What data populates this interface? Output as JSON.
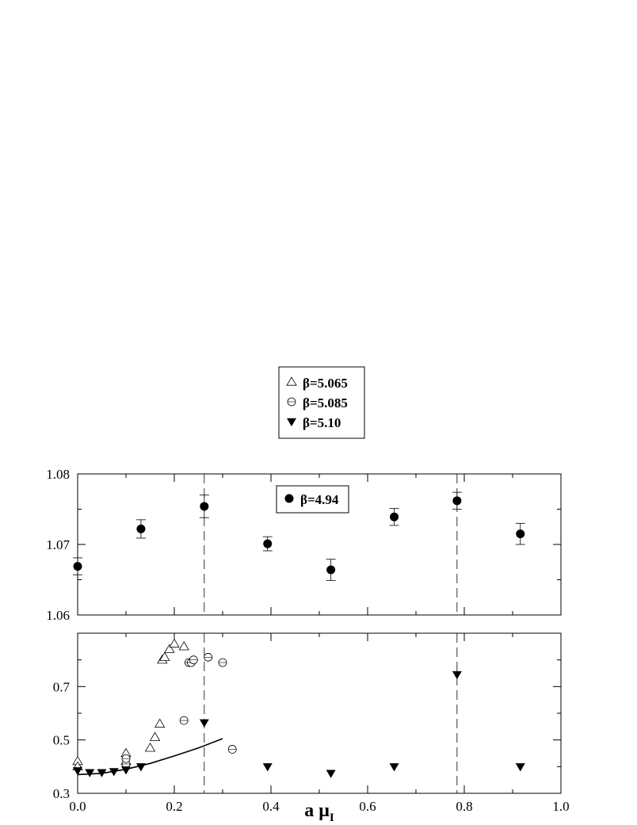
{
  "chart_data": [
    {
      "type": "scatter",
      "panel": "top",
      "xlim": [
        0.0,
        1.0
      ],
      "ylim": [
        1.06,
        1.08
      ],
      "y_ticks": [
        "1.06",
        "1.07",
        "1.08"
      ],
      "legend_placement": "top-center",
      "series": [
        {
          "name": "β=4.94",
          "marker": "filled-circle",
          "points": [
            {
              "x": 0.0,
              "y": 1.0669,
              "err": 0.0012
            },
            {
              "x": 0.131,
              "y": 1.0722,
              "err": 0.0013
            },
            {
              "x": 0.262,
              "y": 1.0754,
              "err": 0.0016
            },
            {
              "x": 0.393,
              "y": 1.0701,
              "err": 0.001
            },
            {
              "x": 0.524,
              "y": 1.0664,
              "err": 0.0015
            },
            {
              "x": 0.655,
              "y": 1.0739,
              "err": 0.0012
            },
            {
              "x": 0.785,
              "y": 1.0762,
              "err": 0.0012
            },
            {
              "x": 0.916,
              "y": 1.0715,
              "err": 0.0015
            }
          ]
        }
      ],
      "vlines": [
        0.262,
        0.785
      ]
    },
    {
      "type": "scatter",
      "panel": "bottom",
      "xlim": [
        0.0,
        1.0
      ],
      "ylim": [
        0.3,
        0.9
      ],
      "x_ticks": [
        "0.0",
        "0.2",
        "0.4",
        "0.6",
        "0.8",
        "1.0"
      ],
      "y_ticks": [
        "0.3",
        "0.5",
        "0.7"
      ],
      "xlabel_main": "a μ",
      "xlabel_sub": "I",
      "legend_placement": "top-center",
      "series": [
        {
          "name": "β=5.065",
          "marker": "open-triangle",
          "points": [
            {
              "x": 0.0,
              "y": 0.42
            },
            {
              "x": 0.0,
              "y": 0.4
            },
            {
              "x": 0.1,
              "y": 0.45
            },
            {
              "x": 0.1,
              "y": 0.42
            },
            {
              "x": 0.15,
              "y": 0.47
            },
            {
              "x": 0.16,
              "y": 0.51
            },
            {
              "x": 0.17,
              "y": 0.56
            },
            {
              "x": 0.175,
              "y": 0.8
            },
            {
              "x": 0.18,
              "y": 0.81
            },
            {
              "x": 0.19,
              "y": 0.84
            },
            {
              "x": 0.2,
              "y": 0.86
            },
            {
              "x": 0.22,
              "y": 0.85
            }
          ]
        },
        {
          "name": "β=5.085",
          "marker": "open-circle",
          "points": [
            {
              "x": 0.1,
              "y": 0.41
            },
            {
              "x": 0.1,
              "y": 0.43
            },
            {
              "x": 0.22,
              "y": 0.573
            },
            {
              "x": 0.23,
              "y": 0.79
            },
            {
              "x": 0.235,
              "y": 0.79
            },
            {
              "x": 0.24,
              "y": 0.8
            },
            {
              "x": 0.27,
              "y": 0.81
            },
            {
              "x": 0.3,
              "y": 0.79
            },
            {
              "x": 0.32,
              "y": 0.465
            }
          ]
        },
        {
          "name": "β=5.10",
          "marker": "filled-down-triangle",
          "points": [
            {
              "x": 0.0,
              "y": 0.385
            },
            {
              "x": 0.025,
              "y": 0.378
            },
            {
              "x": 0.05,
              "y": 0.378
            },
            {
              "x": 0.075,
              "y": 0.382
            },
            {
              "x": 0.1,
              "y": 0.388
            },
            {
              "x": 0.131,
              "y": 0.4
            },
            {
              "x": 0.262,
              "y": 0.565
            },
            {
              "x": 0.393,
              "y": 0.4
            },
            {
              "x": 0.524,
              "y": 0.375
            },
            {
              "x": 0.655,
              "y": 0.4
            },
            {
              "x": 0.785,
              "y": 0.745
            },
            {
              "x": 0.916,
              "y": 0.4
            }
          ]
        }
      ],
      "curve": [
        {
          "x": 0.0,
          "y": 0.37
        },
        {
          "x": 0.05,
          "y": 0.375
        },
        {
          "x": 0.1,
          "y": 0.39
        },
        {
          "x": 0.15,
          "y": 0.412
        },
        {
          "x": 0.2,
          "y": 0.44
        },
        {
          "x": 0.25,
          "y": 0.47
        },
        {
          "x": 0.3,
          "y": 0.505
        }
      ],
      "vlines": [
        0.262,
        0.785
      ]
    }
  ]
}
